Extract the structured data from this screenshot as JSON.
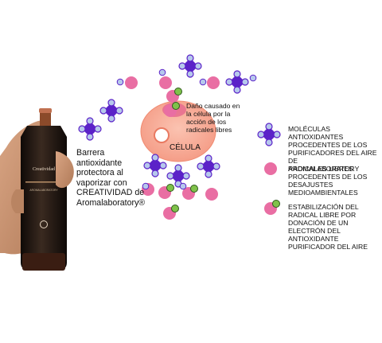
{
  "product_label": {
    "brand": "Creatividad",
    "bottle_text": "AROMALABORATORY"
  },
  "barrier_text": "Barrera\nantioxidante\nprotectora al\nvaporizar con\nCREATIVIDAD de\nAromalaboratory®",
  "damage_text": "Daño causado en\nla célula por la\nacción de los\nradicales libres",
  "cell_label": "CÉLULA",
  "legend": [
    {
      "text": "MOLÉCULAS ANTIOXIDANTES\nPROCEDENTES DE LOS\nPURIFICADORES DEL AIRE DE\nAROMALABORATORY",
      "icon": "antioxidant-molecule"
    },
    {
      "text": "RADICALES LIBRES\nPROCEDENTES DE LOS\nDESAJUSTES\nMEDIOAMBIENTALES",
      "icon": "free-radical"
    },
    {
      "text": "ESTABILIZACIÓN DEL\nRADICAL LIBRE POR\nDONACIÓN DE UN\nELECTRÓN DEL\nANTIOXIDANTE\nPURIFICADOR DEL AIRE",
      "icon": "stabilized-radical"
    }
  ],
  "colors": {
    "antioxidant": "#5b22c8",
    "antioxidant_atom": "#b6c8ec",
    "radical": "#e96ea3",
    "electron": "#7fc24a",
    "cell_fill": "#f7a893",
    "bottle": "#1c1410",
    "skin": "#c9906d"
  }
}
